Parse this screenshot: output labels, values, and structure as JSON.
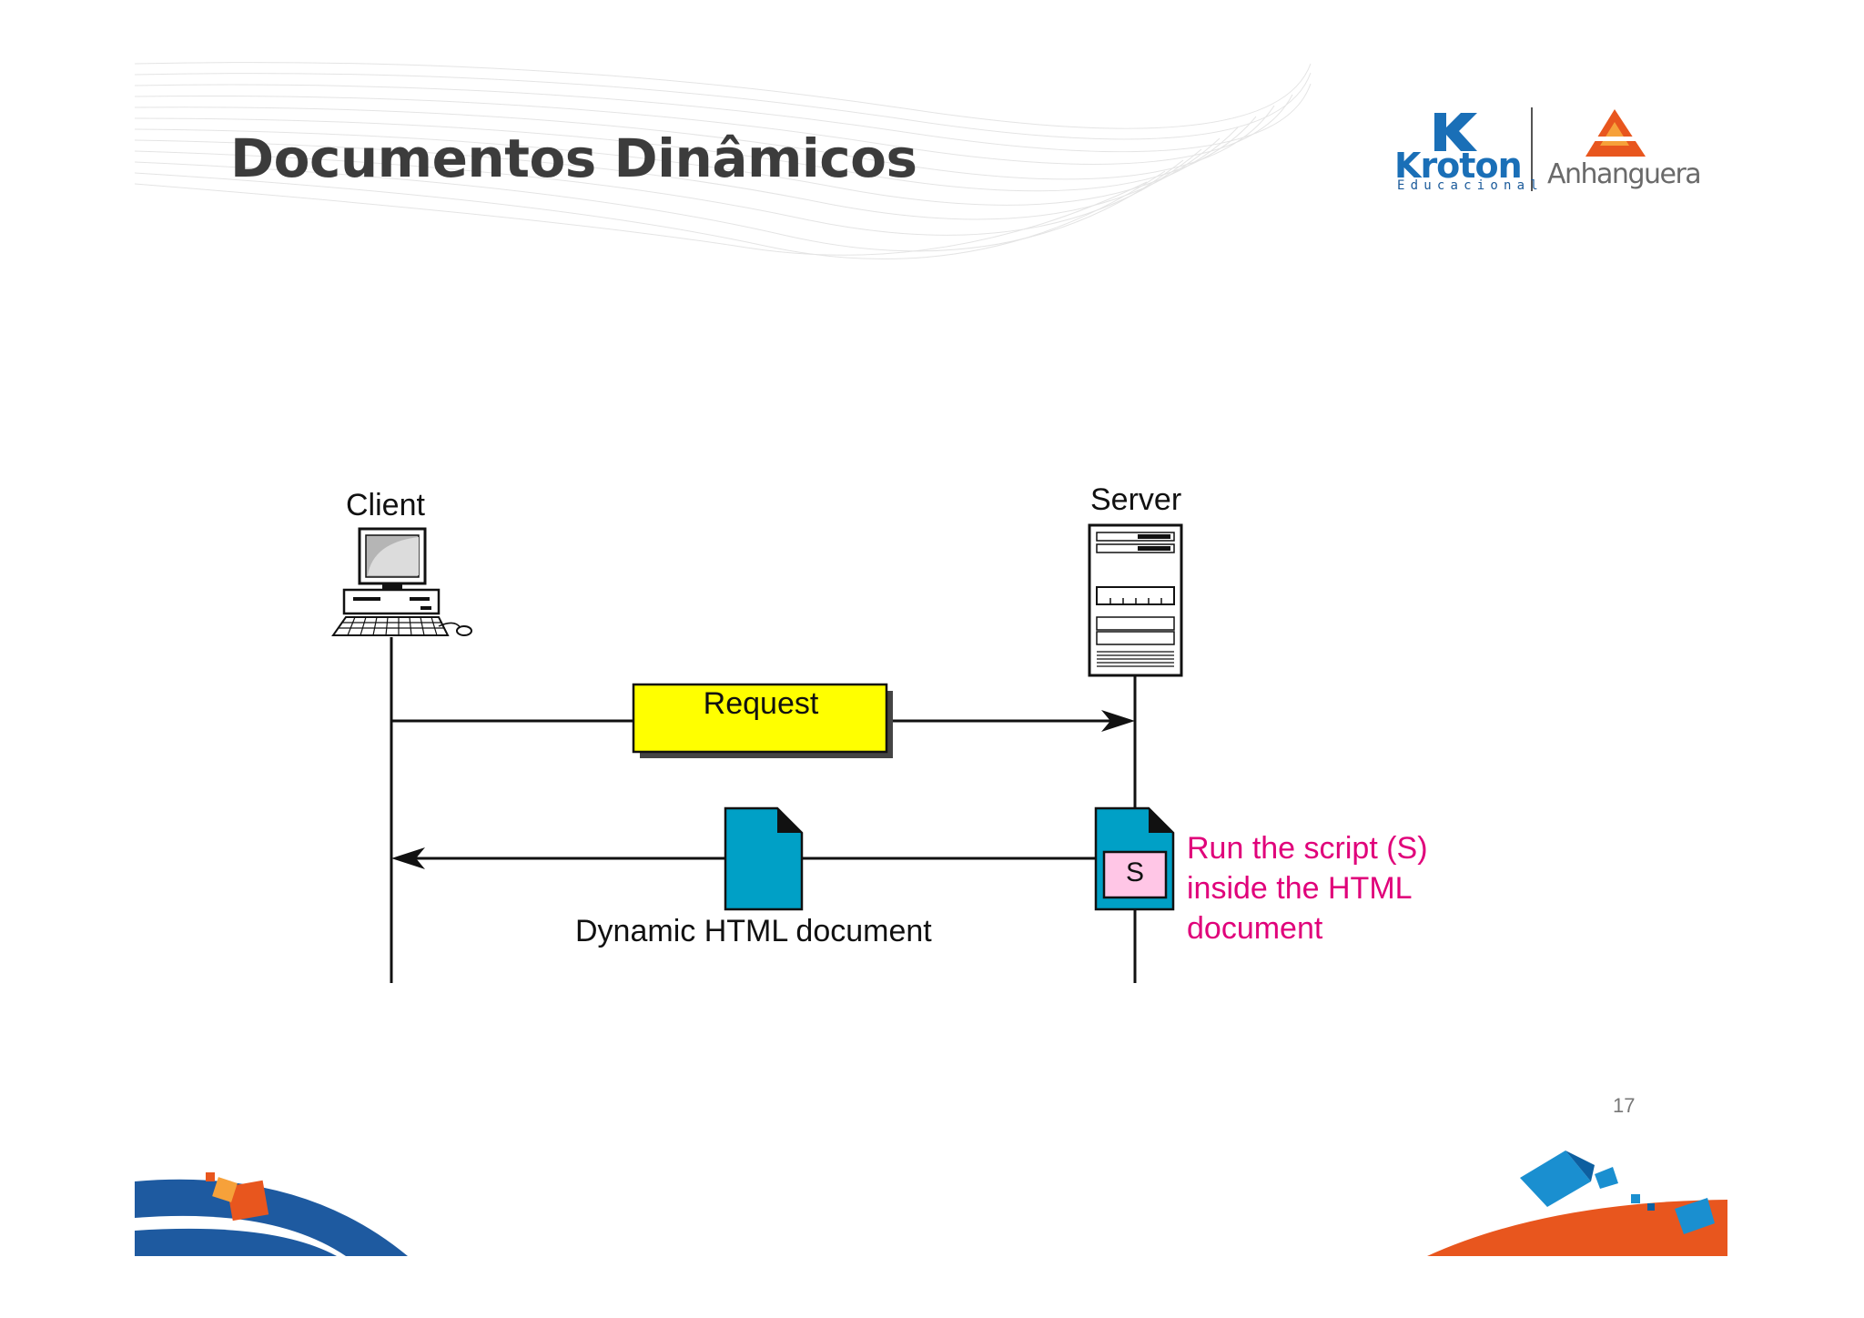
{
  "slide": {
    "title": "Documentos Dinâmicos",
    "page_number": "17"
  },
  "logos": {
    "kroton": {
      "name": "Kroton",
      "tagline": "Educacional"
    },
    "anhanguera": {
      "name": "Anhanguera"
    }
  },
  "diagram": {
    "client_label": "Client",
    "server_label": "Server",
    "request_label": "Request",
    "response_label": "Dynamic HTML document",
    "script_label": "S",
    "annotation_lines": [
      "Run the script (S)",
      "inside the HTML",
      "document"
    ]
  },
  "colors": {
    "title": "#3c3c3c",
    "request_box": "#ffff00",
    "document_blue": "#00a0c6",
    "script_box": "#ffc6e6",
    "annotation": "#e0007a",
    "kroton_blue": "#1a6fb7",
    "anhanguera_orange": "#e8561e"
  },
  "icons": [
    "desktop-computer-icon",
    "server-icon",
    "html-document-icon",
    "script-document-icon",
    "arrow-right-icon",
    "arrow-left-icon"
  ]
}
